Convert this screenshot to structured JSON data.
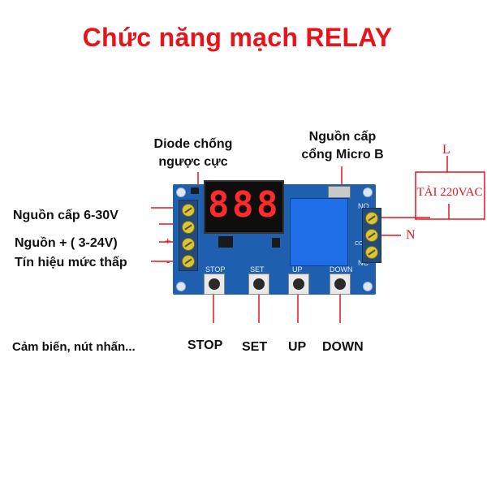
{
  "title": "Chức năng mạch RELAY",
  "labels": {
    "diode_line1": "Diode chống",
    "diode_line2": "ngược cực",
    "micro_line1": "Nguồn cấp",
    "micro_line2": "cổng Micro B",
    "power_supply": "Nguồn cấp 6-30V",
    "signal_positive": "Nguồn + ( 3-24V)",
    "low_signal": "Tín hiệu mức thấp",
    "sensor": "Cảm biến, nút nhấn...",
    "stop": "STOP",
    "set": "SET",
    "up": "UP",
    "down": "DOWN",
    "load_line": "L",
    "load": "TẢI 220VAC",
    "neutral": "N"
  },
  "board": {
    "display_digits": [
      "8",
      "8",
      "8"
    ],
    "silk_plus": "+",
    "silk_minus": "-",
    "silk_no": "NO",
    "silk_com": "COM",
    "silk_nc": "NC",
    "silk_stop": "STOP",
    "silk_set": "SET",
    "silk_up": "UP",
    "silk_down": "DOWN"
  },
  "colors": {
    "title": "#e8141b",
    "board": "#1f5fb0",
    "relay": "#1e6ee8",
    "lines": "#e8141b"
  }
}
